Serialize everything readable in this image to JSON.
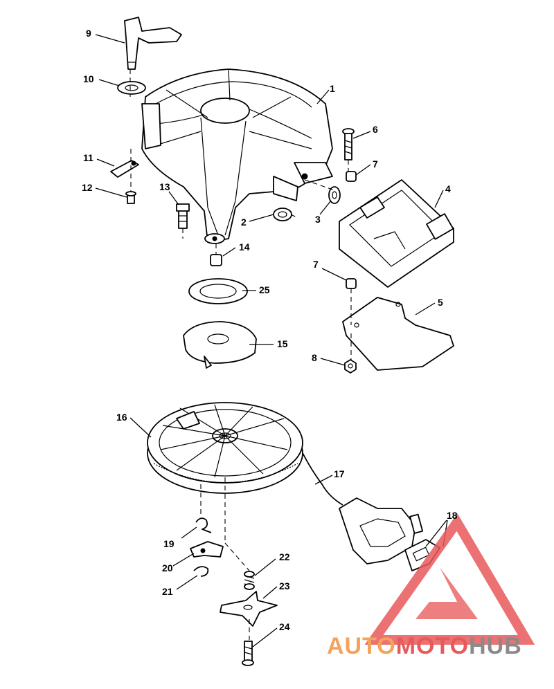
{
  "labels": {
    "p1": "1",
    "p2": "2",
    "p3": "3",
    "p4": "4",
    "p5": "5",
    "p6": "6",
    "p7a": "7",
    "p7b": "7",
    "p8": "8",
    "p9": "9",
    "p10": "10",
    "p11": "11",
    "p12": "12",
    "p13": "13",
    "p14": "14",
    "p15": "15",
    "p16": "16",
    "p17": "17",
    "p18": "18",
    "p19": "19",
    "p20": "20",
    "p21": "21",
    "p22": "22",
    "p23": "23",
    "p24": "24",
    "p25": "25"
  },
  "watermark": {
    "part1": "AUTO",
    "part2": "MOTO",
    "part3": "HUB",
    "color_primary": "#f5a25a",
    "color_secondary": "#e8595b",
    "color_tertiary": "#8a8a8a"
  }
}
